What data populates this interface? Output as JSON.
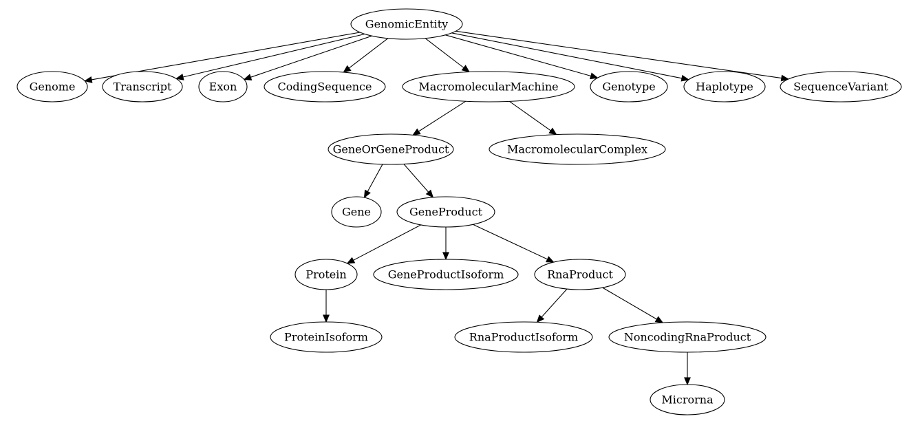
{
  "diagram": {
    "nodes": [
      {
        "id": "GenomicEntity",
        "label": "GenomicEntity"
      },
      {
        "id": "Genome",
        "label": "Genome"
      },
      {
        "id": "Transcript",
        "label": "Transcript"
      },
      {
        "id": "Exon",
        "label": "Exon"
      },
      {
        "id": "CodingSequence",
        "label": "CodingSequence"
      },
      {
        "id": "MacromolecularMachine",
        "label": "MacromolecularMachine"
      },
      {
        "id": "Genotype",
        "label": "Genotype"
      },
      {
        "id": "Haplotype",
        "label": "Haplotype"
      },
      {
        "id": "SequenceVariant",
        "label": "SequenceVariant"
      },
      {
        "id": "GeneOrGeneProduct",
        "label": "GeneOrGeneProduct"
      },
      {
        "id": "MacromolecularComplex",
        "label": "MacromolecularComplex"
      },
      {
        "id": "Gene",
        "label": "Gene"
      },
      {
        "id": "GeneProduct",
        "label": "GeneProduct"
      },
      {
        "id": "Protein",
        "label": "Protein"
      },
      {
        "id": "GeneProductIsoform",
        "label": "GeneProductIsoform"
      },
      {
        "id": "RnaProduct",
        "label": "RnaProduct"
      },
      {
        "id": "ProteinIsoform",
        "label": "ProteinIsoform"
      },
      {
        "id": "RnaProductIsoform",
        "label": "RnaProductIsoform"
      },
      {
        "id": "NoncodingRnaProduct",
        "label": "NoncodingRnaProduct"
      },
      {
        "id": "Microrna",
        "label": "Microrna"
      }
    ],
    "edges": [
      {
        "from": "GenomicEntity",
        "to": "Genome"
      },
      {
        "from": "GenomicEntity",
        "to": "Transcript"
      },
      {
        "from": "GenomicEntity",
        "to": "Exon"
      },
      {
        "from": "GenomicEntity",
        "to": "CodingSequence"
      },
      {
        "from": "GenomicEntity",
        "to": "MacromolecularMachine"
      },
      {
        "from": "GenomicEntity",
        "to": "Genotype"
      },
      {
        "from": "GenomicEntity",
        "to": "Haplotype"
      },
      {
        "from": "GenomicEntity",
        "to": "SequenceVariant"
      },
      {
        "from": "MacromolecularMachine",
        "to": "GeneOrGeneProduct"
      },
      {
        "from": "MacromolecularMachine",
        "to": "MacromolecularComplex"
      },
      {
        "from": "GeneOrGeneProduct",
        "to": "Gene"
      },
      {
        "from": "GeneOrGeneProduct",
        "to": "GeneProduct"
      },
      {
        "from": "GeneProduct",
        "to": "Protein"
      },
      {
        "from": "GeneProduct",
        "to": "GeneProductIsoform"
      },
      {
        "from": "GeneProduct",
        "to": "RnaProduct"
      },
      {
        "from": "Protein",
        "to": "ProteinIsoform"
      },
      {
        "from": "RnaProduct",
        "to": "RnaProductIsoform"
      },
      {
        "from": "RnaProduct",
        "to": "NoncodingRnaProduct"
      },
      {
        "from": "NoncodingRnaProduct",
        "to": "Microrna"
      }
    ]
  }
}
